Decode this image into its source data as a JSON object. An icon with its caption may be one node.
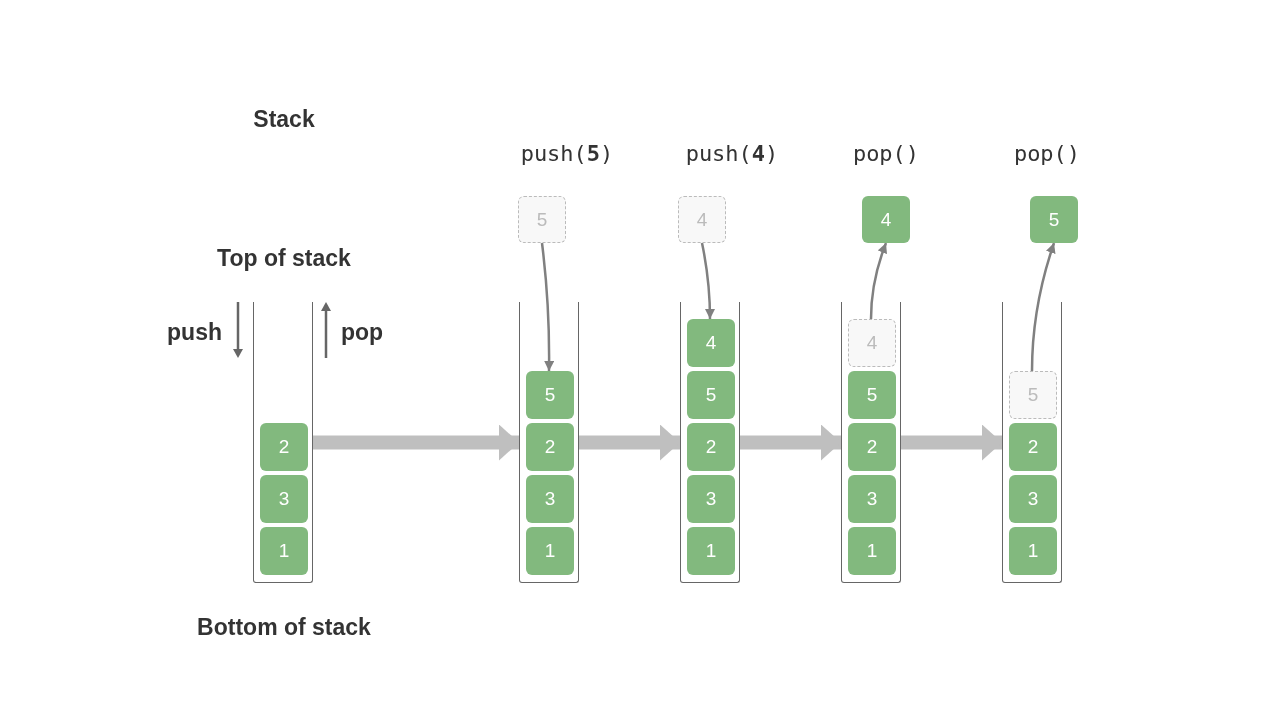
{
  "diagram": {
    "title": "Stack",
    "nodes": [
      {
        "text": [],
        "shape": "box"
      },
      {
        "text": [
          "2"
        ],
        "in": 0
      },
      {
        "text": [
          "3"
        ],
        "in": 0
      },
      {
        "text": [
          "1"
        ],
        "in": 0
      },
      {
        "text": [
          "5"
        ]
      },
      {
        "text": [],
        "shape": "box"
      },
      {
        "text": [
          "5"
        ],
        "in": 5
      },
      {
        "text": [
          "2"
        ],
        "in": 5
      },
      {
        "text": [
          "3"
        ],
        "in": 5
      },
      {
        "text": [
          "1"
        ],
        "in": 5
      },
      {
        "text": [
          "4"
        ]
      },
      {
        "text": [],
        "shape": "box"
      },
      {
        "text": [
          "4"
        ],
        "in": 11
      },
      {
        "text": [
          "5"
        ],
        "in": 11
      },
      {
        "text": [
          "2"
        ],
        "in": 11
      },
      {
        "text": [
          "3"
        ],
        "in": 11
      },
      {
        "text": [
          "1"
        ],
        "in": 11
      },
      {
        "text": [
          "4"
        ]
      },
      {
        "text": [],
        "shape": "box"
      },
      {
        "text": [
          "4"
        ],
        "in": 18
      },
      {
        "text": [
          "5"
        ],
        "in": 18
      },
      {
        "text": [
          "2"
        ],
        "in": 18
      },
      {
        "text": [
          "3"
        ],
        "in": 18
      },
      {
        "text": [
          "1"
        ],
        "in": 18
      },
      {
        "text": [
          "5"
        ]
      },
      {
        "text": [],
        "shape": "box"
      },
      {
        "text": [
          "5"
        ],
        "in": 25
      },
      {
        "text": [
          "2"
        ],
        "in": 25
      },
      {
        "text": [
          "3"
        ],
        "in": 25
      },
      {
        "text": [
          "1"
        ],
        "in": 25
      }
    ],
    "edges": [
      {
        "from": 4,
        "to": 6,
        "arrow": "to"
      },
      {
        "from": 10,
        "to": 12,
        "arrow": "to"
      },
      {
        "from": 19,
        "to": 17,
        "arrow": "to"
      },
      {
        "from": 26,
        "to": 24,
        "arrow": "to"
      },
      {
        "from": 0,
        "to": 5,
        "arrow": "to",
        "style": "thick",
        "color": "#bfbfbf"
      },
      {
        "from": 5,
        "to": 11,
        "arrow": "to",
        "style": "thick",
        "color": "#bfbfbf"
      },
      {
        "from": 11,
        "to": 18,
        "arrow": "to",
        "style": "thick",
        "color": "#bfbfbf"
      },
      {
        "from": 18,
        "to": 25,
        "arrow": "to",
        "style": "thick",
        "color": "#bfbfbf"
      }
    ],
    "labels": [
      "Top of stack",
      "push",
      "pop",
      "Bottom of stack",
      "push(**5**)",
      "push(**4**)",
      "pop()",
      "pop()"
    ]
  }
}
